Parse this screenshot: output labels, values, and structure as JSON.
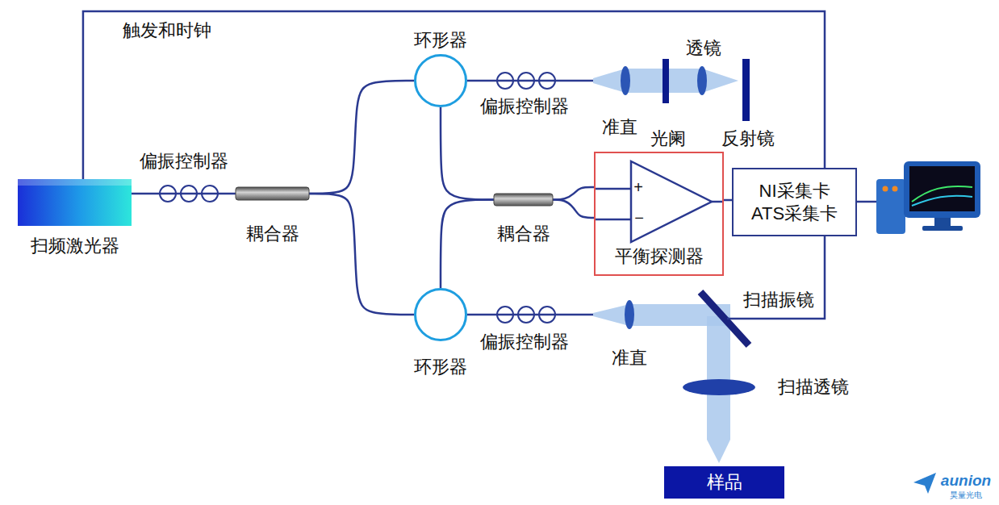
{
  "diagram": {
    "nodes": [
      {
        "text": [
          "扫频激光器"
        ]
      },
      {
        "text": [
          "耦合器"
        ]
      },
      {
        "text": [
          "环形器"
        ]
      },
      {
        "text": [
          "环形器"
        ]
      },
      {
        "text": [
          "耦合器"
        ]
      },
      {
        "text": [
          "平衡探测器"
        ]
      },
      {
        "text": [
          "NI采集卡 ATS采集卡"
        ]
      },
      {
        "text": [
          "样品"
        ]
      }
    ],
    "edges": [
      {
        "from": 0,
        "to": 1,
        "arrow": "none"
      },
      {
        "from": 1,
        "to": 2,
        "arrow": "none"
      },
      {
        "from": 1,
        "to": 3,
        "arrow": "none"
      },
      {
        "from": 2,
        "to": 4,
        "arrow": "none"
      },
      {
        "from": 3,
        "to": 4,
        "arrow": "none"
      },
      {
        "from": 4,
        "to": 5,
        "arrow": "none"
      },
      {
        "from": 4,
        "to": 5,
        "arrow": "none"
      },
      {
        "from": 5,
        "to": 6,
        "arrow": "none"
      },
      {
        "from": 0,
        "to": 6,
        "label": "触发和时钟",
        "arrow": "none"
      }
    ],
    "labels": [
      "偏振控制器",
      "偏振控制器",
      "偏振控制器",
      "准直",
      "光阑",
      "透镜",
      "反射镜",
      "准直",
      "扫描振镜",
      "扫描透镜",
      "+",
      "−",
      "aunion",
      "昊量光电"
    ]
  }
}
